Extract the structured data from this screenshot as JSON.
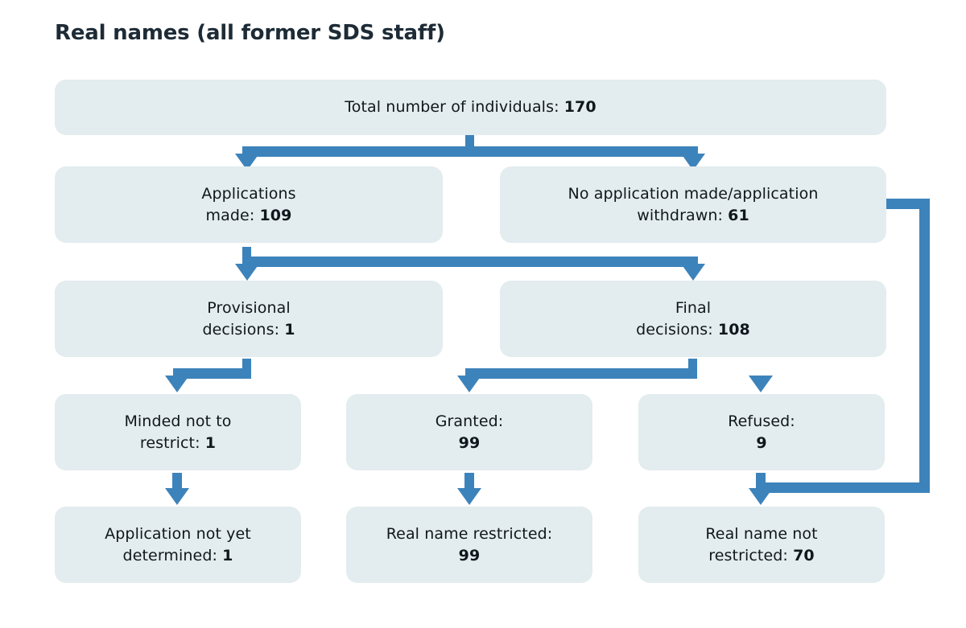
{
  "chart_data": {
    "type": "diagram",
    "diagram_kind": "flowchart",
    "title": "Real names (all former SDS staff)",
    "colors": {
      "node_fill": "#e3ecee",
      "connector": "#3d83bb",
      "text": "#10171d",
      "title": "#1d2b36",
      "background": "#ffffff"
    },
    "nodes": [
      {
        "id": "total",
        "line1": "Total number of individuals:",
        "value": "170",
        "value_inline": true,
        "row": 1
      },
      {
        "id": "applied",
        "line1": "Applications",
        "line2": "made:",
        "value": "109",
        "value_inline": true,
        "row": 2
      },
      {
        "id": "noapp",
        "line1": "No application made/application",
        "line2": "withdrawn:",
        "value": "61",
        "value_inline": true,
        "row": 2
      },
      {
        "id": "provisional",
        "line1": "Provisional",
        "line2": "decisions:",
        "value": "1",
        "value_inline": true,
        "row": 3
      },
      {
        "id": "final",
        "line1": "Final",
        "line2": "decisions:",
        "value": "108",
        "value_inline": true,
        "row": 3
      },
      {
        "id": "minded",
        "line1": "Minded not to",
        "line2": "restrict:",
        "value": "1",
        "value_inline": true,
        "row": 4
      },
      {
        "id": "granted",
        "line1": "Granted:",
        "value": "99",
        "value_inline": false,
        "row": 4
      },
      {
        "id": "refused",
        "line1": "Refused:",
        "value": "9",
        "value_inline": false,
        "row": 4
      },
      {
        "id": "notdet",
        "line1": "Application not yet",
        "line2": "determined:",
        "value": "1",
        "value_inline": true,
        "row": 5
      },
      {
        "id": "restricted",
        "line1": "Real name restricted:",
        "value": "99",
        "value_inline": false,
        "row": 5
      },
      {
        "id": "notrestricted",
        "line1": "Real name not",
        "line2": "restricted:",
        "value": "70",
        "value_inline": true,
        "row": 5
      }
    ],
    "edges": [
      {
        "from": "total",
        "to": "applied"
      },
      {
        "from": "total",
        "to": "noapp"
      },
      {
        "from": "applied",
        "to": "provisional"
      },
      {
        "from": "applied",
        "to": "final"
      },
      {
        "from": "provisional",
        "to": "minded"
      },
      {
        "from": "final",
        "to": "granted"
      },
      {
        "from": "final",
        "to": "refused"
      },
      {
        "from": "minded",
        "to": "notdet"
      },
      {
        "from": "granted",
        "to": "restricted"
      },
      {
        "from": "refused",
        "to": "notrestricted"
      },
      {
        "from": "noapp",
        "to": "notrestricted"
      }
    ]
  },
  "title": {
    "text": "Real names (all former SDS staff)"
  },
  "nodes": {
    "total": {
      "text_line1": "Total number of individuals: ",
      "value": "170",
      "text_line2": ""
    },
    "applied": {
      "text_line1": "Applications",
      "text_line2": "made: ",
      "value": "109"
    },
    "noapp": {
      "text_line1": "No application made/application",
      "text_line2": "withdrawn: ",
      "value": "61"
    },
    "provisional": {
      "text_line1": "Provisional",
      "text_line2": "decisions: ",
      "value": "1"
    },
    "final": {
      "text_line1": "Final",
      "text_line2": "decisions: ",
      "value": "108"
    },
    "minded": {
      "text_line1": "Minded not to",
      "text_line2": "restrict: ",
      "value": "1"
    },
    "granted": {
      "text_line1": "Granted:",
      "text_line2": "",
      "value": "99"
    },
    "refused": {
      "text_line1": "Refused:",
      "text_line2": "",
      "value": "9"
    },
    "notdet": {
      "text_line1": "Application not yet",
      "text_line2": "determined: ",
      "value": "1"
    },
    "restricted": {
      "text_line1": "Real name restricted:",
      "text_line2": "",
      "value": "99"
    },
    "notrestricted": {
      "text_line1": "Real name not",
      "text_line2": "restricted: ",
      "value": "70"
    }
  }
}
